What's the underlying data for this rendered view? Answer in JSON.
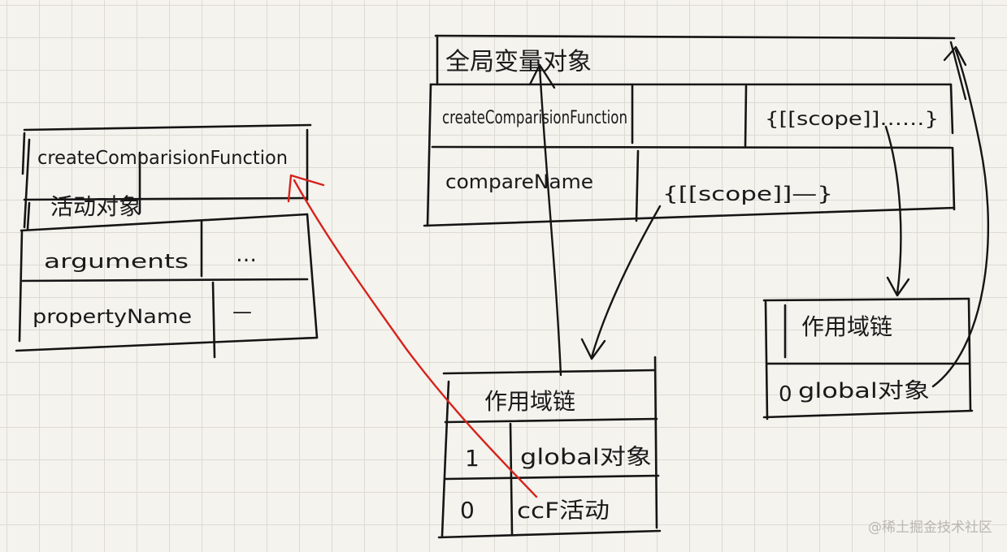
{
  "global_object": {
    "title": "全局变量对象",
    "rows": [
      {
        "name": "createComparisionFunction",
        "value": "{[[scope]]……}"
      },
      {
        "name": "compareName",
        "value": "{[[scope]]—}"
      }
    ]
  },
  "activation_object": {
    "header": "createComparisionFunction",
    "title": "活动对象",
    "rows": [
      {
        "name": "arguments",
        "value": "…"
      },
      {
        "name": "propertyName",
        "value": "—"
      }
    ]
  },
  "scope_chain_compare": {
    "title": "作用域链",
    "rows": [
      {
        "index": "1",
        "value": "global对象"
      },
      {
        "index": "0",
        "value": "ccF活动"
      }
    ]
  },
  "scope_chain_create": {
    "title": "作用域链",
    "rows": [
      {
        "index": "0",
        "value": "global对象"
      }
    ]
  },
  "colors": {
    "ink": "#151515",
    "highlight": "#d6221b",
    "paper": "#f4f3ee"
  },
  "watermark": "@稀土掘金技术社区"
}
